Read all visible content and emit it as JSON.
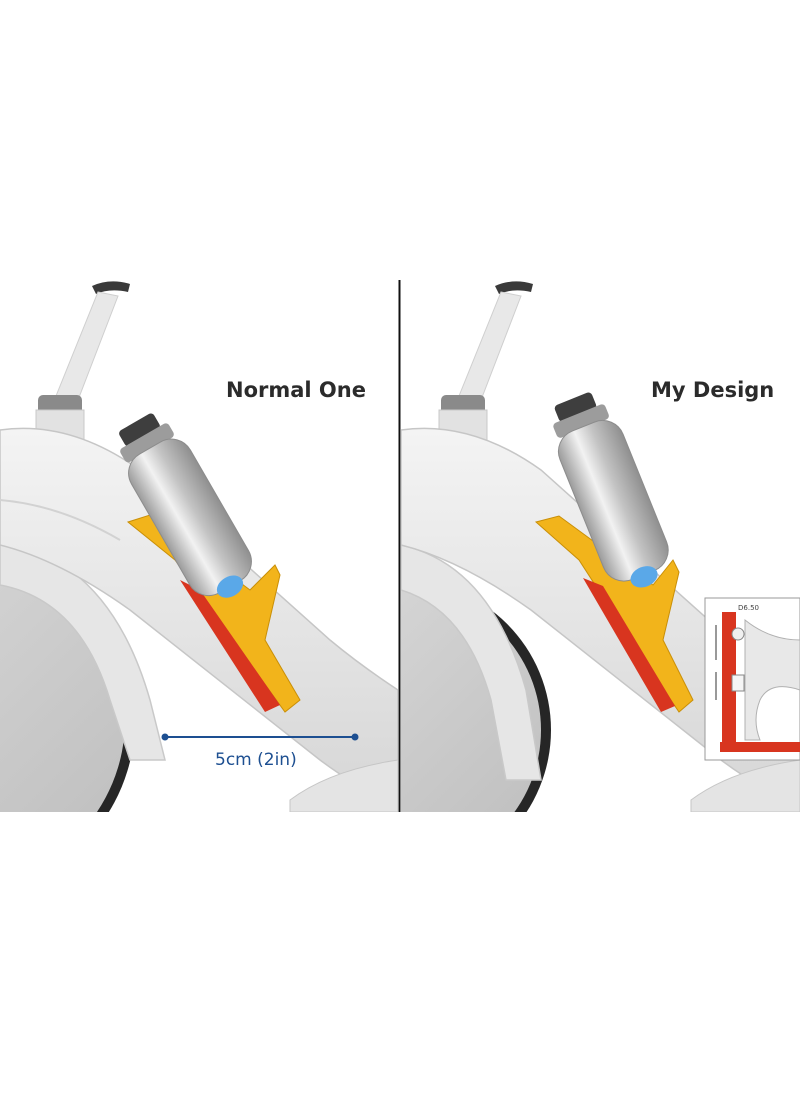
{
  "panels": {
    "left": {
      "title": "Normal One"
    },
    "right": {
      "title": "My Design"
    }
  },
  "measurement": {
    "label": "5cm (2in)"
  },
  "inset": {
    "label": "D6.50"
  },
  "colors": {
    "frame": "#eaeaea",
    "frame_shadow": "#cfcfcf",
    "cage_yellow": "#f2b41b",
    "cage_red": "#d8351f",
    "bottle": "#c9c9c9",
    "measure_line": "#1d4f91",
    "divider": "#111111"
  }
}
